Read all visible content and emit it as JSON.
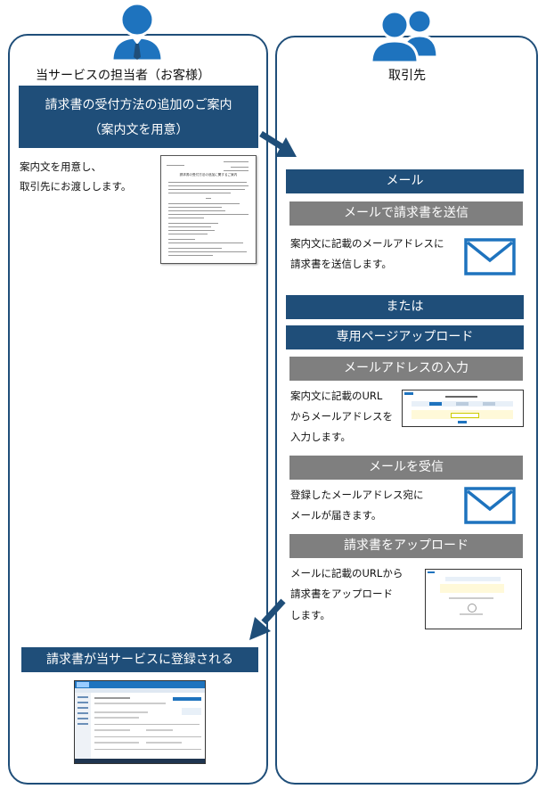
{
  "left": {
    "title": "当サービスの担当者（お客様）",
    "header_line1": "請求書の受付方法の追加のご案内",
    "header_line2": "（案内文を用意）",
    "desc_line1": "案内文を用意し、",
    "desc_line2": "取引先にお渡しします。",
    "doc_title": "請求書の受付方法の追加に関するご案内",
    "bottom_label": "請求書が当サービスに登録される"
  },
  "right": {
    "title": "取引先",
    "mail_header": "メール",
    "mail_send_label": "メールで請求書を送信",
    "mail_send_desc1": "案内文に記載のメールアドレスに",
    "mail_send_desc2": "請求書を送信します。",
    "or_label": "または",
    "upload_header": "専用ページアップロード",
    "step1_label": "メールアドレスの入力",
    "step1_desc1": "案内文に記載のURL",
    "step1_desc2": "からメールアドレスを",
    "step1_desc3": "入力します。",
    "step2_label": "メールを受信",
    "step2_desc1": "登録したメールアドレス宛に",
    "step2_desc2": "メールが届きます。",
    "step3_label": "請求書をアップロード",
    "step3_desc1": "メールに記載のURLから",
    "step3_desc2": "請求書をアップロード",
    "step3_desc3": "します。"
  },
  "colors": {
    "navy": "#1f4e79",
    "gray": "#7f7f7f",
    "blue": "#1e73be"
  },
  "icons": [
    "person-icon",
    "people-icon",
    "envelope-icon",
    "arrow-icon"
  ]
}
